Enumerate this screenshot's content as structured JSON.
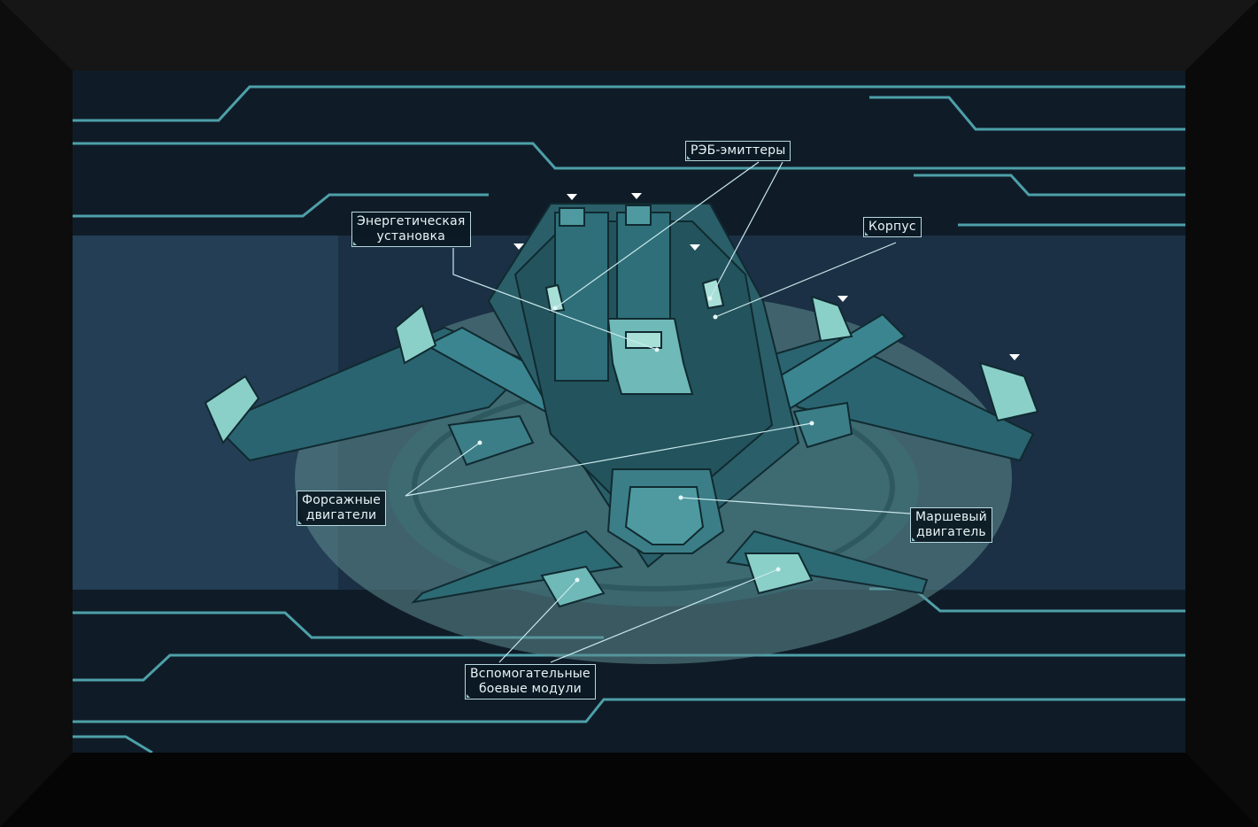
{
  "colors": {
    "frame": "#0b0b0b",
    "background": "#0f1c28",
    "circuit": "#4ea0a8",
    "ship": "#2c6a74",
    "ship_light": "#7ecdc9",
    "label_border": "#b9d8df"
  },
  "labels": {
    "reb_emitters": "РЭБ-эмиттеры",
    "power_plant": [
      "Энергетическая",
      "установка"
    ],
    "hull": "Корпус",
    "afterburners": [
      "Форсажные",
      "двигатели"
    ],
    "main_engine": [
      "Маршевый",
      "двигатель"
    ],
    "aux_modules": [
      "Вспомогательные",
      "боевые модули"
    ]
  },
  "icons": [
    "marker-triangle-icon",
    "label-corner-icon"
  ]
}
